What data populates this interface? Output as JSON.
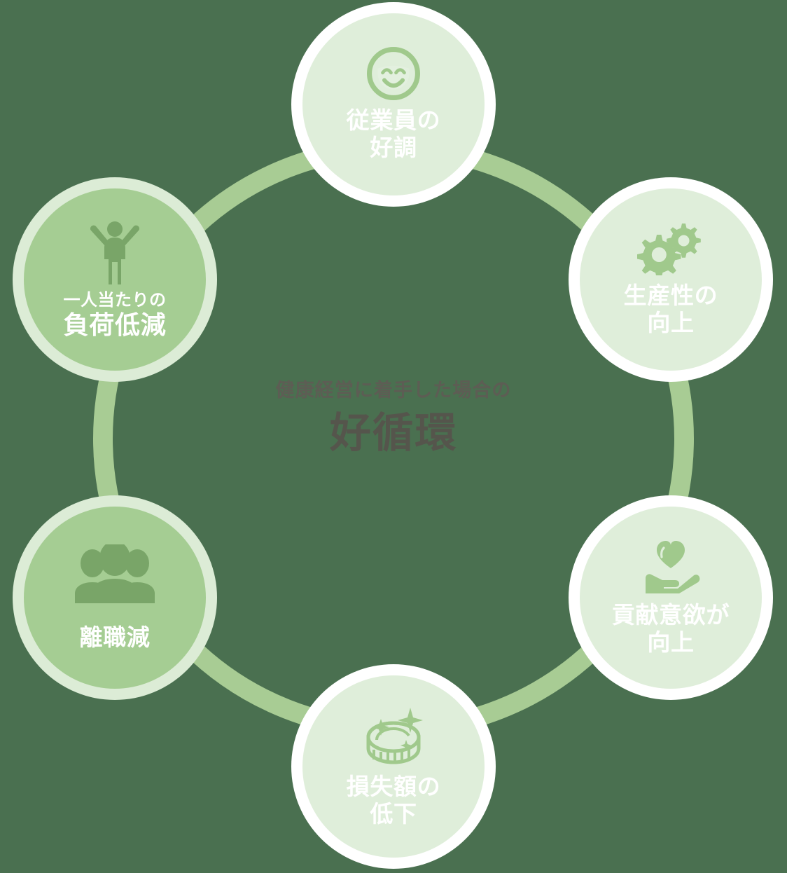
{
  "theme": {
    "background": "#4a7050",
    "connector_ring": "#a8cc94",
    "light_disc": "#dfeeda",
    "light_halo": "#ffffff",
    "dark_disc": "#a5cd93",
    "dark_halo": "#dcecd6",
    "icon_light": "#a0c98c",
    "icon_dark": "#79a568",
    "label_color": "#ffffff",
    "center_text_color": "#57574e"
  },
  "center": {
    "subtitle": "健康経営に着手した場合の",
    "title": "好循環"
  },
  "nodes": [
    {
      "id": "employee-wellbeing",
      "icon": "smiley-face-icon",
      "label": "従業員の\n好調",
      "style": "light"
    },
    {
      "id": "productivity-up",
      "icon": "gears-icon",
      "label": "生産性の\n向上",
      "style": "light"
    },
    {
      "id": "contribution-motivation-up",
      "icon": "heart-in-hand-icon",
      "label": "貢献意欲が\n向上",
      "style": "light"
    },
    {
      "id": "loss-amount-down",
      "icon": "shining-coin-icon",
      "label": "損失額の\n低下",
      "style": "light"
    },
    {
      "id": "turnover-reduction",
      "icon": "people-group-icon",
      "label": "離職減",
      "style": "dark"
    },
    {
      "id": "per-person-load-reduction",
      "icon": "person-arms-raised-icon",
      "label_small": "一人当たりの",
      "label_big": "負荷低減",
      "style": "dark"
    }
  ]
}
